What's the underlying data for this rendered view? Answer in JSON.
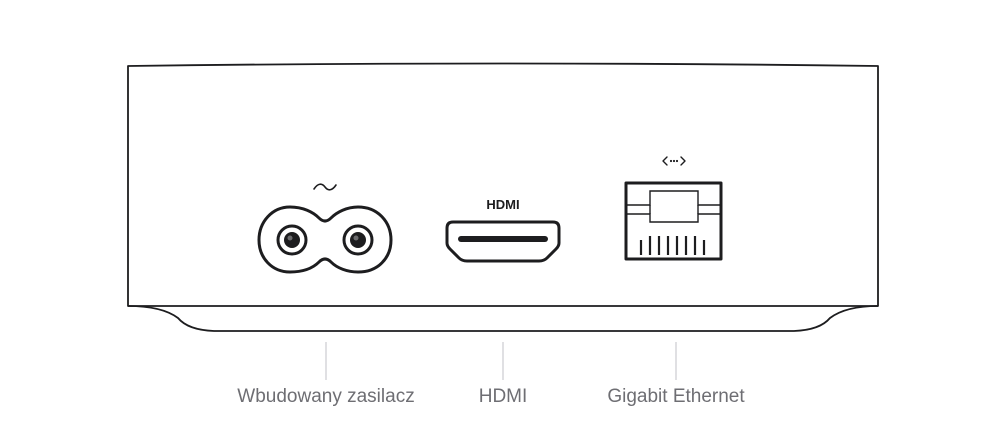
{
  "device": {
    "ports": [
      {
        "id": "power",
        "symbol": "~",
        "label": "Wbudowany zasilacz"
      },
      {
        "id": "hdmi",
        "symbol": "HDMI",
        "label": "HDMI"
      },
      {
        "id": "ethernet",
        "symbol": "<··>",
        "label": "Gigabit Ethernet"
      }
    ]
  },
  "colors": {
    "outline": "#1d1d1f",
    "body_fill": "#ffffff",
    "leader_line": "#d2d2d7",
    "label_text": "#6e6e73"
  },
  "icons": [
    "ac-power-icon",
    "hdmi-icon",
    "ethernet-icon"
  ]
}
